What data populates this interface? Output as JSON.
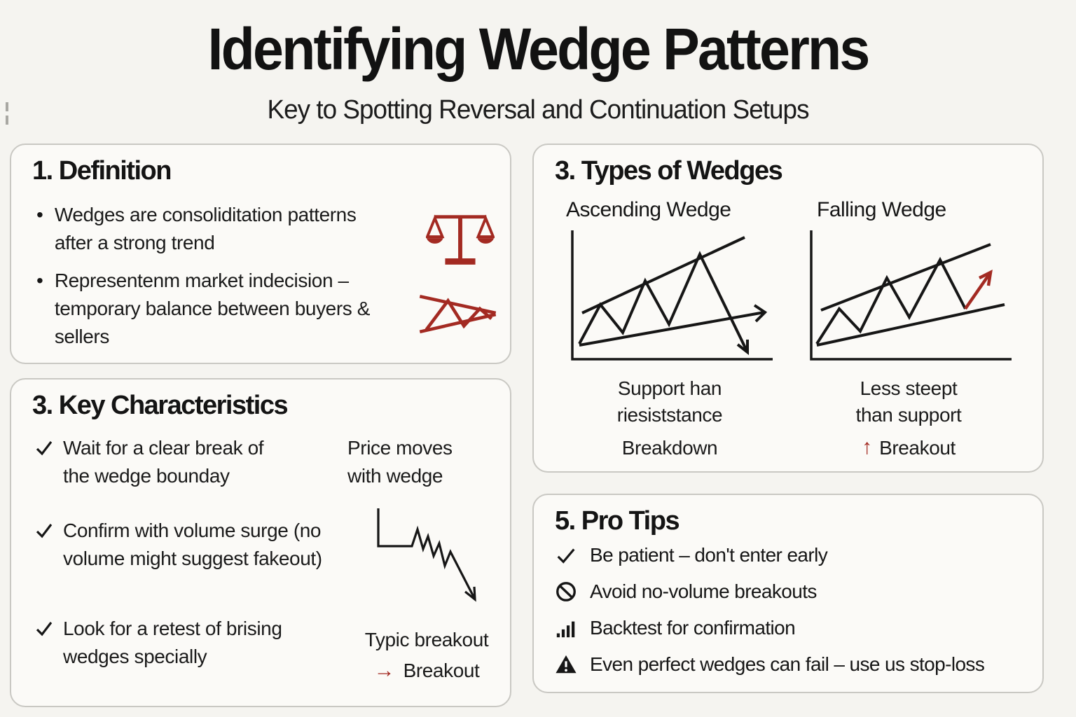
{
  "page": {
    "title": "Identifying Wedge Patterns",
    "subtitle": "Key to Spotting Reversal and Continuation Setups"
  },
  "colors": {
    "accent_red": "#A32A22",
    "ink": "#161616",
    "background": "#F5F4F0",
    "card_background": "#FBFAF7",
    "card_border": "#C9C8C3"
  },
  "definition_card": {
    "heading": "1. Definition",
    "bullet_glyph": "•",
    "bullets": [
      "Wedges are consoliditation patterns after a strong trend",
      "Representenm market indecision – temporary balance between buyers & sellers"
    ],
    "icons": [
      "balance-scale-icon",
      "falling-wedge-icon"
    ]
  },
  "characteristics_card": {
    "heading": "3. Key Characteristics",
    "items": [
      "Wait for a clear break of the wedge bounday",
      "Confirm with volume surge (no volume might suggest fakeout)",
      "Look for a retest of brising wedges specially"
    ],
    "price_note": "Price moves with wedge",
    "breakout_caption": "Typic breakout",
    "breakout_arrow": "→",
    "breakout_label": "Breakout"
  },
  "types_card": {
    "heading": "3. Types of Wedges",
    "ascending": {
      "label": "Ascending Wedge",
      "caption": "Support han riesiststance",
      "result_label": "Breakdown"
    },
    "falling": {
      "label": "Falling Wedge",
      "caption": "Less steept than support",
      "result_arrow": "↑",
      "result_label": "Breakout"
    }
  },
  "pro_tips_card": {
    "heading": "5. Pro Tips",
    "items": [
      {
        "icon": "check-icon",
        "text": "Be patient – don't enter early"
      },
      {
        "icon": "no-entry-icon",
        "text": "Avoid no-volume breakouts"
      },
      {
        "icon": "bar-chart-icon",
        "text": "Backtest for confirmation"
      },
      {
        "icon": "warning-icon",
        "text": "Even perfect wedges can fail – use us stop-loss"
      }
    ]
  }
}
